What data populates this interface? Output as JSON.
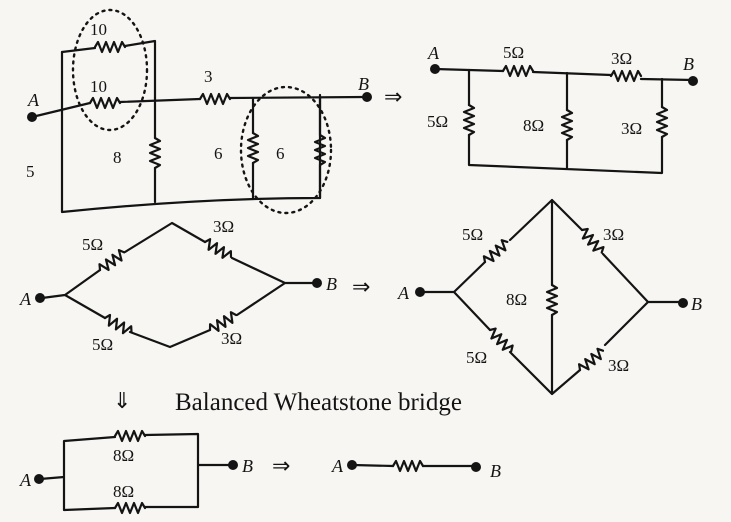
{
  "diagram": {
    "node_a": "A",
    "node_b": "B",
    "implies_arrow": "⇒",
    "down_arrow": "⇓",
    "caption": "Balanced Wheatstone bridge",
    "step1_original": {
      "resistors": {
        "r10_top": "10",
        "r10_mid": "10",
        "r3": "3",
        "r8": "8",
        "r6_left": "6",
        "r6_right": "6",
        "r5": "5"
      }
    },
    "step2_redrawn": {
      "resistors": {
        "r5_top": "5Ω",
        "r3_top": "3Ω",
        "r5_left": "5Ω",
        "r8_mid": "8Ω",
        "r3_right": "3Ω"
      }
    },
    "step3_diamond": {
      "resistors": {
        "upper_left": "5Ω",
        "upper_right": "3Ω",
        "lower_left": "5Ω",
        "lower_right": "3Ω"
      }
    },
    "step4_bridge": {
      "resistors": {
        "upper_left": "5Ω",
        "upper_right": "3Ω",
        "middle": "8Ω",
        "lower_left": "5Ω",
        "lower_right": "3Ω"
      }
    },
    "step5_parallel": {
      "resistors": {
        "top": "8Ω",
        "bottom": "8Ω"
      }
    }
  }
}
